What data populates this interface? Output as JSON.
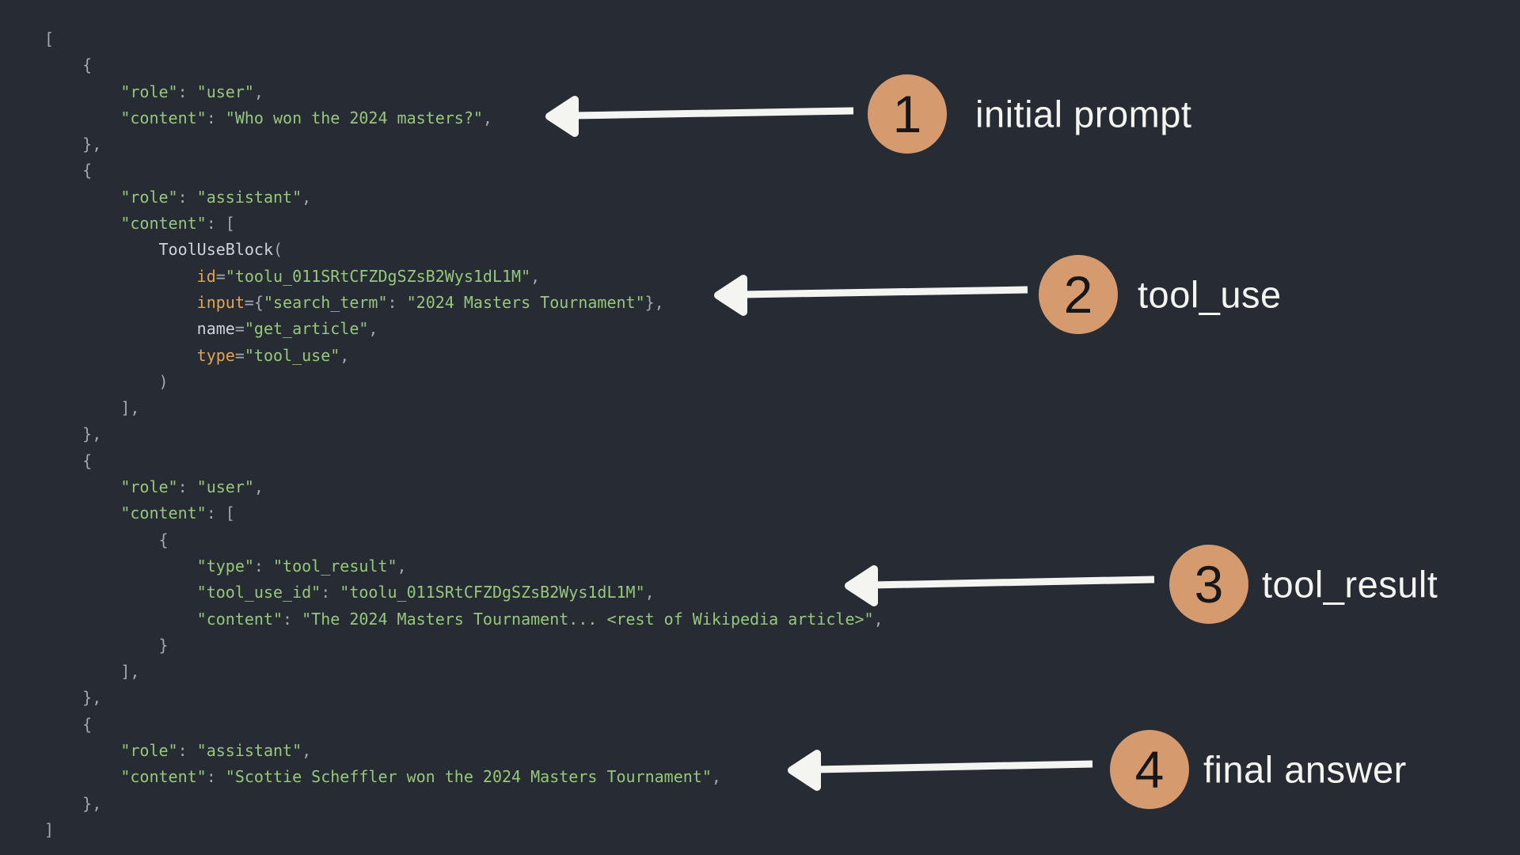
{
  "colors": {
    "background": "#272c34",
    "code_string": "#96c77a",
    "code_punct": "#a0a8b2",
    "code_builtin": "#e2a356",
    "code_identifier": "#ced3d9",
    "badge_fill": "#d69a6f",
    "badge_number": "#15171a",
    "arrow_and_label": "#f4f4f1"
  },
  "code": {
    "lines": [
      [
        [
          "p",
          "["
        ]
      ],
      [
        [
          "p",
          "    {"
        ]
      ],
      [
        [
          "s",
          "        \"role\""
        ],
        [
          "p",
          ": "
        ],
        [
          "s",
          "\"user\""
        ],
        [
          "p",
          ","
        ]
      ],
      [
        [
          "s",
          "        \"content\""
        ],
        [
          "p",
          ": "
        ],
        [
          "s",
          "\"Who won the 2024 masters?\""
        ],
        [
          "p",
          ","
        ]
      ],
      [
        [
          "p",
          "    },"
        ]
      ],
      [
        [
          "p",
          "    {"
        ]
      ],
      [
        [
          "s",
          "        \"role\""
        ],
        [
          "p",
          ": "
        ],
        [
          "s",
          "\"assistant\""
        ],
        [
          "p",
          ","
        ]
      ],
      [
        [
          "s",
          "        \"content\""
        ],
        [
          "p",
          ": ["
        ]
      ],
      [
        [
          "i",
          "            ToolUseBlock"
        ],
        [
          "p",
          "("
        ]
      ],
      [
        [
          "b",
          "                id"
        ],
        [
          "p",
          "="
        ],
        [
          "s",
          "\"toolu_011SRtCFZDgSZsB2Wys1dL1M\""
        ],
        [
          "p",
          ","
        ]
      ],
      [
        [
          "b",
          "                input"
        ],
        [
          "p",
          "={"
        ],
        [
          "s",
          "\"search_term\""
        ],
        [
          "p",
          ": "
        ],
        [
          "s",
          "\"2024 Masters Tournament\""
        ],
        [
          "p",
          "},"
        ]
      ],
      [
        [
          "i",
          "                name"
        ],
        [
          "p",
          "="
        ],
        [
          "s",
          "\"get_article\""
        ],
        [
          "p",
          ","
        ]
      ],
      [
        [
          "b",
          "                type"
        ],
        [
          "p",
          "="
        ],
        [
          "s",
          "\"tool_use\""
        ],
        [
          "p",
          ","
        ]
      ],
      [
        [
          "p",
          "            )"
        ]
      ],
      [
        [
          "p",
          "        ],"
        ]
      ],
      [
        [
          "p",
          "    },"
        ]
      ],
      [
        [
          "p",
          "    {"
        ]
      ],
      [
        [
          "s",
          "        \"role\""
        ],
        [
          "p",
          ": "
        ],
        [
          "s",
          "\"user\""
        ],
        [
          "p",
          ","
        ]
      ],
      [
        [
          "s",
          "        \"content\""
        ],
        [
          "p",
          ": ["
        ]
      ],
      [
        [
          "p",
          "            {"
        ]
      ],
      [
        [
          "s",
          "                \"type\""
        ],
        [
          "p",
          ": "
        ],
        [
          "s",
          "\"tool_result\""
        ],
        [
          "p",
          ","
        ]
      ],
      [
        [
          "s",
          "                \"tool_use_id\""
        ],
        [
          "p",
          ": "
        ],
        [
          "s",
          "\"toolu_011SRtCFZDgSZsB2Wys1dL1M\""
        ],
        [
          "p",
          ","
        ]
      ],
      [
        [
          "s",
          "                \"content\""
        ],
        [
          "p",
          ": "
        ],
        [
          "s",
          "\"The 2024 Masters Tournament... <rest of Wikipedia article>\""
        ],
        [
          "p",
          ","
        ]
      ],
      [
        [
          "p",
          "            }"
        ]
      ],
      [
        [
          "p",
          "        ],"
        ]
      ],
      [
        [
          "p",
          "    },"
        ]
      ],
      [
        [
          "p",
          "    {"
        ]
      ],
      [
        [
          "s",
          "        \"role\""
        ],
        [
          "p",
          ": "
        ],
        [
          "s",
          "\"assistant\""
        ],
        [
          "p",
          ","
        ]
      ],
      [
        [
          "s",
          "        \"content\""
        ],
        [
          "p",
          ": "
        ],
        [
          "s",
          "\"Scottie Scheffler won the 2024 Masters Tournament\""
        ],
        [
          "p",
          ","
        ]
      ],
      [
        [
          "p",
          "    },"
        ]
      ],
      [
        [
          "p",
          "]"
        ]
      ]
    ]
  },
  "annotations": [
    {
      "number": "1",
      "label": "initial prompt"
    },
    {
      "number": "2",
      "label": "tool_use"
    },
    {
      "number": "3",
      "label": "tool_result"
    },
    {
      "number": "4",
      "label": "final answer"
    }
  ]
}
